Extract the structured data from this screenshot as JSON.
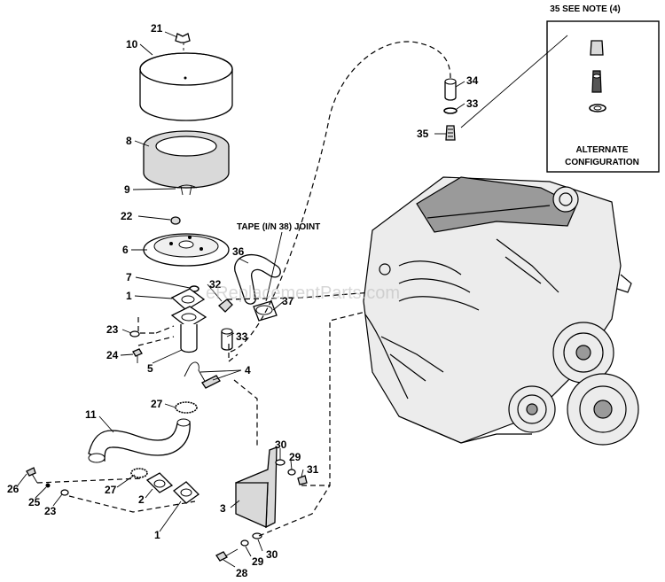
{
  "diagram": {
    "callouts": {
      "c21": "21",
      "c10": "10",
      "c8": "8",
      "c9": "9",
      "c22": "22",
      "c6": "6",
      "c7": "7",
      "c32": "32",
      "c1a": "1",
      "c23a": "23",
      "c24": "24",
      "c5": "5",
      "c4": "4",
      "c27a": "27",
      "c11": "11",
      "c36": "36",
      "c37": "37",
      "c33a": "33",
      "c34": "34",
      "c33b": "33",
      "c35": "35",
      "c30a": "30",
      "c29a": "29",
      "c31": "31",
      "c3": "3",
      "c26": "26",
      "c25": "25",
      "c23b": "23",
      "c27b": "27",
      "c2": "2",
      "c1b": "1",
      "c30b": "30",
      "c29b": "29",
      "c28": "28"
    },
    "tape_note": "TAPE (I/N 38) JOINT",
    "inset": {
      "title": "35 SEE NOTE (4)",
      "caption_line1": "ALTERNATE",
      "caption_line2": "CONFIGURATION"
    },
    "watermark": "eReplacementParts.com"
  }
}
